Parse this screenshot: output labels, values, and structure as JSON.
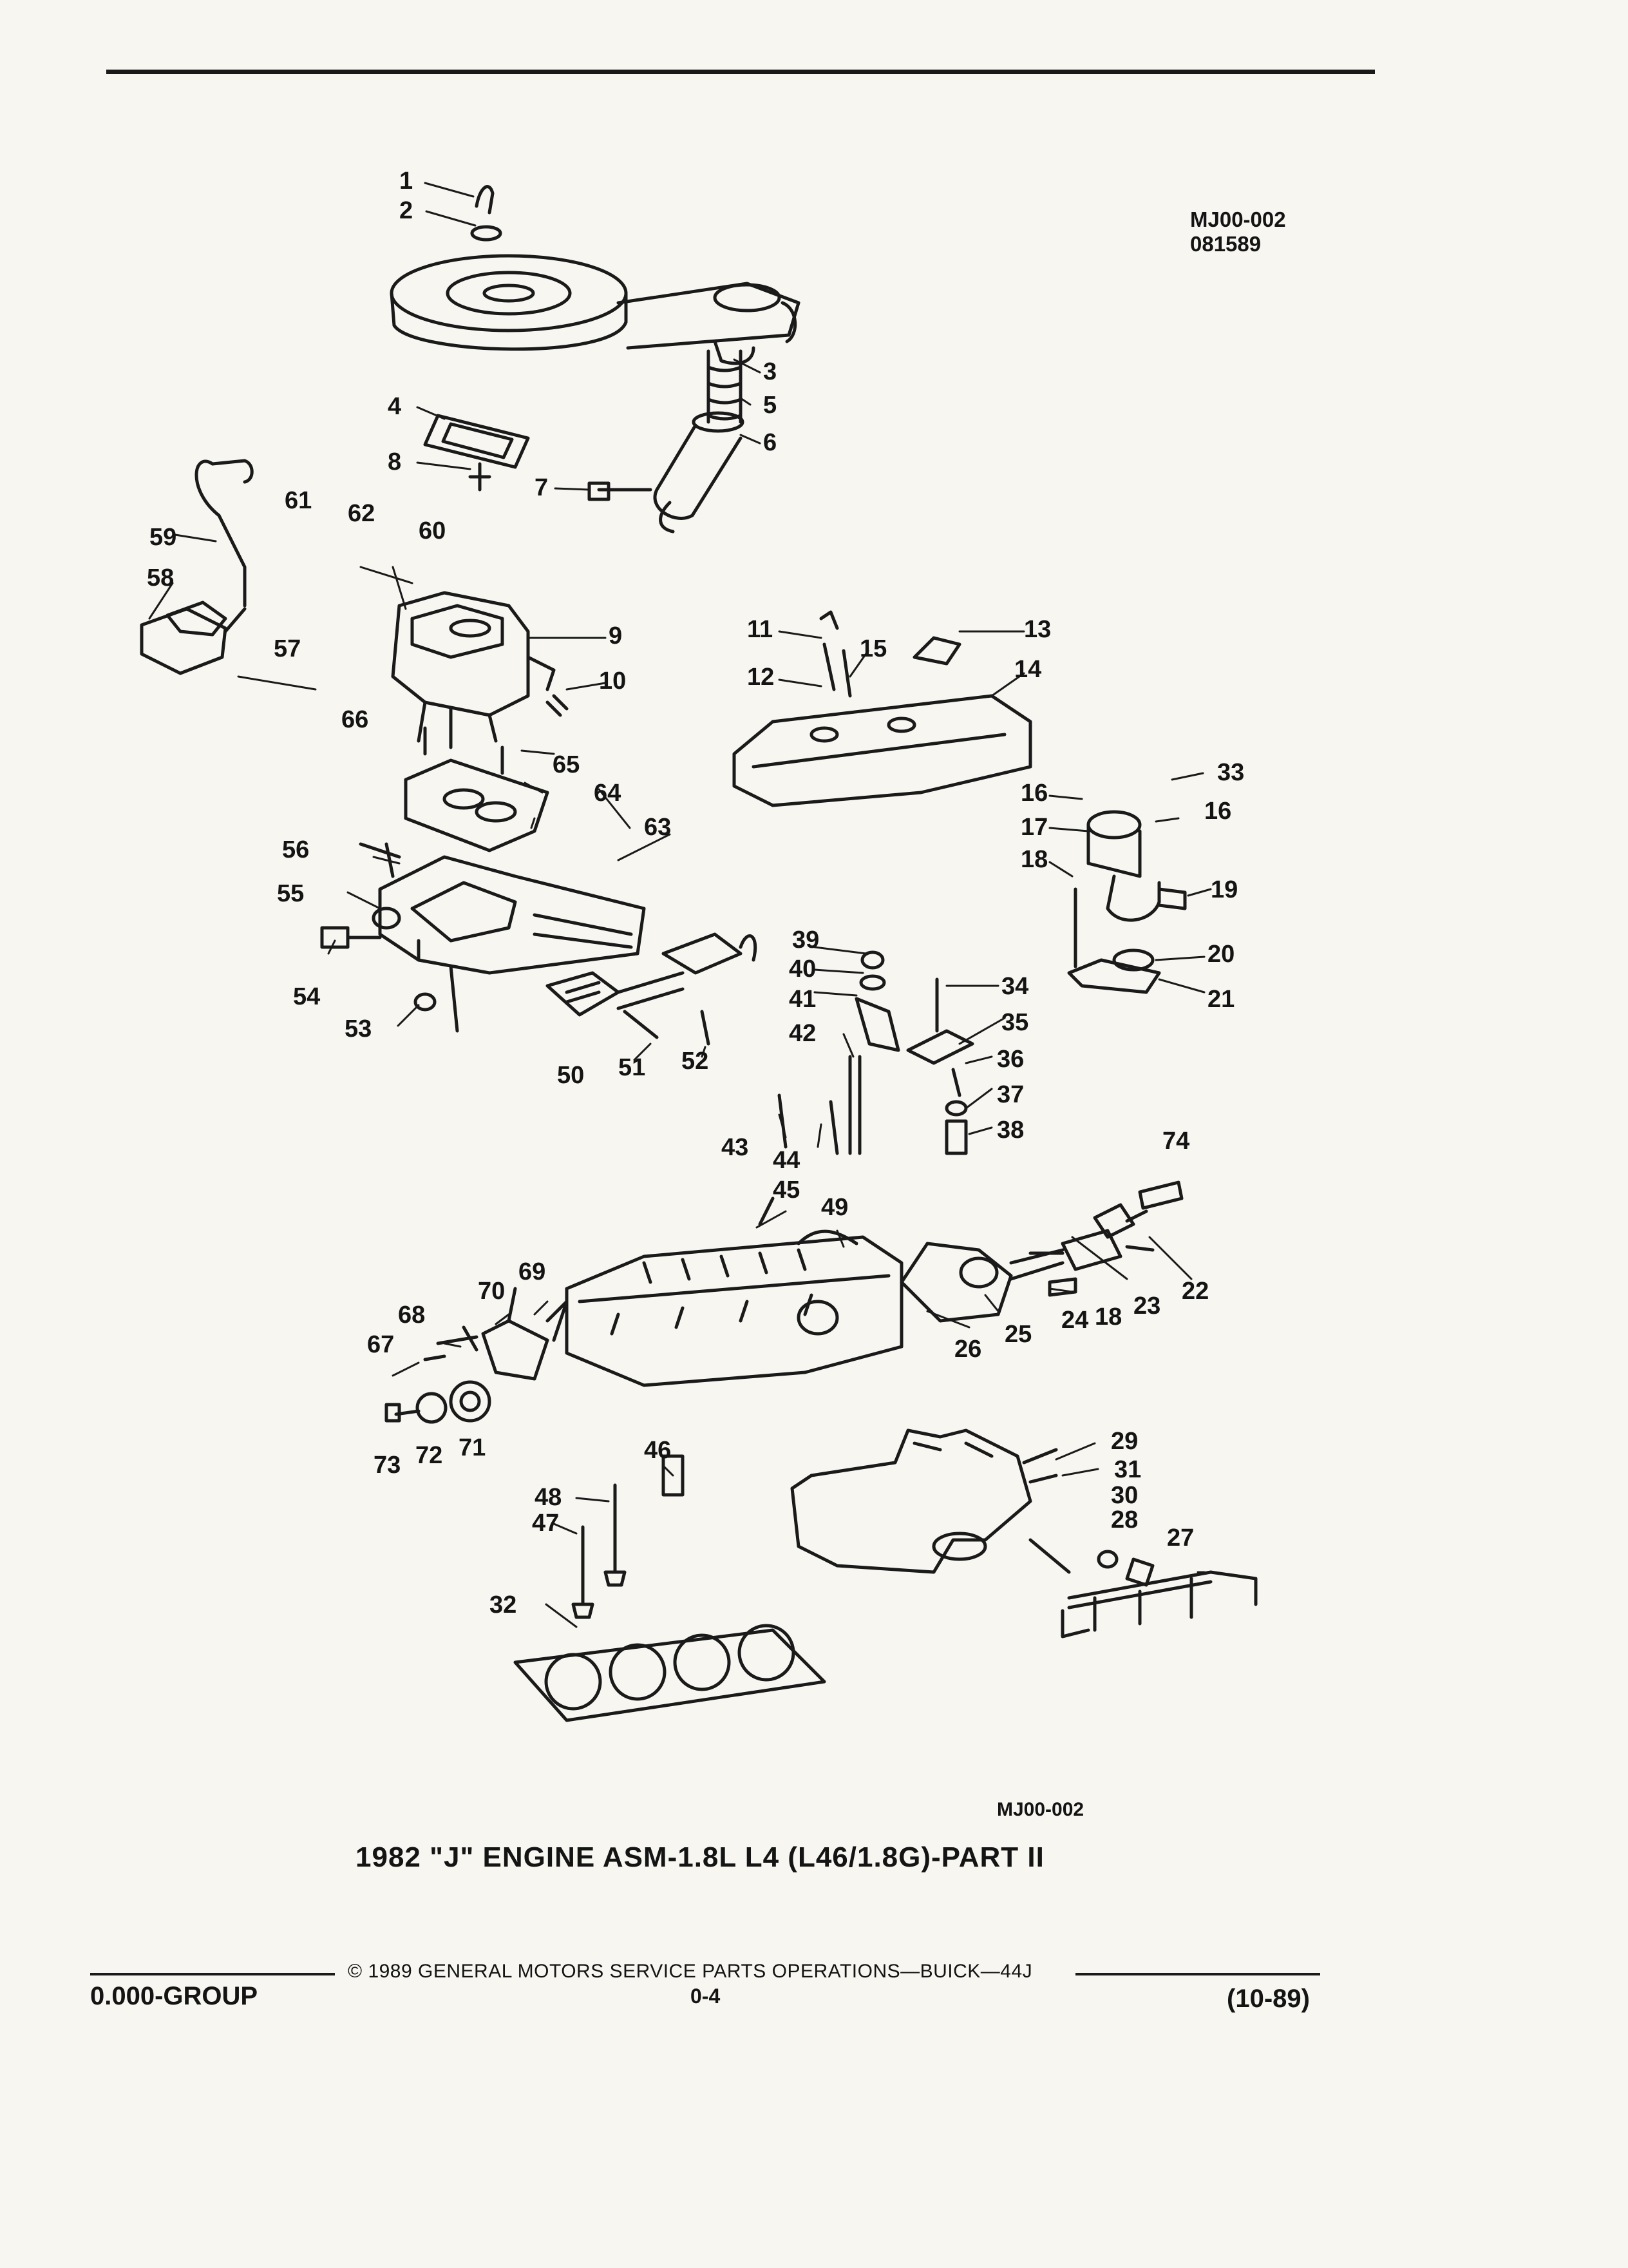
{
  "header": {
    "ref_code": "MJ00-002",
    "ref_date": "081589"
  },
  "diagram": {
    "callouts": [
      "1",
      "2",
      "3",
      "4",
      "5",
      "6",
      "7",
      "8",
      "9",
      "10",
      "11",
      "12",
      "13",
      "14",
      "15",
      "16",
      "16",
      "17",
      "18",
      "18",
      "19",
      "20",
      "21",
      "22",
      "23",
      "24",
      "25",
      "26",
      "27",
      "28",
      "29",
      "30",
      "31",
      "32",
      "33",
      "34",
      "35",
      "36",
      "37",
      "38",
      "39",
      "40",
      "41",
      "42",
      "43",
      "44",
      "45",
      "46",
      "47",
      "48",
      "49",
      "50",
      "51",
      "52",
      "53",
      "54",
      "55",
      "56",
      "57",
      "58",
      "59",
      "60",
      "61",
      "62",
      "63",
      "64",
      "65",
      "66",
      "67",
      "68",
      "69",
      "70",
      "71",
      "72",
      "73",
      "74"
    ],
    "figure_code": "MJ00-002",
    "title": "1982 \"J\" ENGINE ASM-1.8L L4 (L46/1.8G)-PART II"
  },
  "footer": {
    "copyright": "© 1989 GENERAL MOTORS SERVICE PARTS OPERATIONS—BUICK—44J",
    "group": "0.000-GROUP",
    "page": "0-4",
    "revision": "(10-89)"
  }
}
